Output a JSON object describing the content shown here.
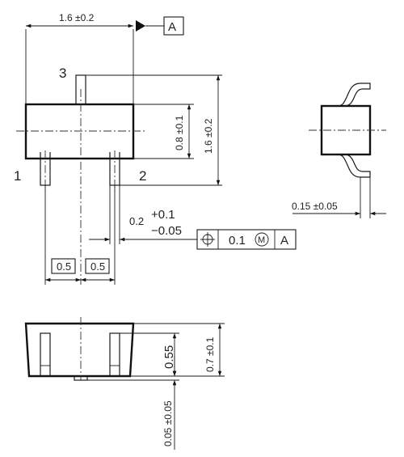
{
  "drawing": {
    "pins": {
      "pin1": "1",
      "pin2": "2",
      "pin3": "3"
    },
    "datum": "A",
    "dims": {
      "width_top": "1.6 ±0.2",
      "body_width": "0.8 ±0.1",
      "height_total": "1.6 ±0.2",
      "lead_width": "0.2",
      "lead_tol_plus": "+0.1",
      "lead_tol_minus": "−0.05",
      "pitch_left": "0.5",
      "pitch_right": "0.5",
      "lead_thickness": "0.15 ±0.05",
      "body_height": "0.55",
      "total_height": "0.7 ±0.1",
      "standoff": "0.05 ±0.05"
    },
    "position_tolerance": {
      "symbol": "position-icon",
      "value": "0.1",
      "modifier": "M",
      "datum": "A"
    }
  }
}
